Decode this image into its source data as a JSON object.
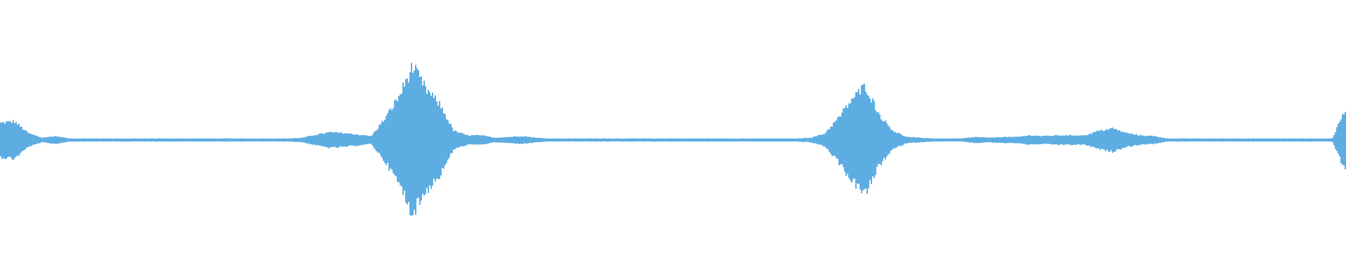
{
  "chart_data": {
    "type": "area",
    "title": "",
    "xlabel": "",
    "ylabel": "",
    "ylim": [
      -1,
      1
    ],
    "grid": false,
    "legend": "none",
    "color": "#5dade2",
    "background": "#ffffff",
    "series": [
      {
        "values": [
          0.135,
          0.147,
          0.055,
          0.018,
          0.031,
          0.012,
          0.012,
          0.012,
          0.012,
          0.012,
          0.012,
          0.012,
          0.012,
          0.012,
          0.012,
          0.012,
          0.012,
          0.012,
          0.012,
          0.012,
          0.012,
          0.012,
          0.018,
          0.043,
          0.061,
          0.055,
          0.043,
          0.031,
          0.17,
          0.34,
          0.58,
          0.4,
          0.28,
          0.073,
          0.037,
          0.037,
          0.018,
          0.024,
          0.031,
          0.018,
          0.012,
          0.012,
          0.012,
          0.012,
          0.012,
          0.012,
          0.012,
          0.012,
          0.012,
          0.012,
          0.012,
          0.012,
          0.012,
          0.012,
          0.012,
          0.012,
          0.012,
          0.012,
          0.012,
          0.018,
          0.049,
          0.17,
          0.32,
          0.43,
          0.2,
          0.073,
          0.024,
          0.018,
          0.012,
          0.012,
          0.012,
          0.024,
          0.018,
          0.024,
          0.024,
          0.037,
          0.031,
          0.037,
          0.037,
          0.037,
          0.073,
          0.092,
          0.055,
          0.037,
          0.031,
          0.012,
          0.012,
          0.012,
          0.012,
          0.012,
          0.012,
          0.012,
          0.012,
          0.012,
          0.012,
          0.012,
          0.012,
          0.012,
          0.25
        ]
      }
    ]
  }
}
